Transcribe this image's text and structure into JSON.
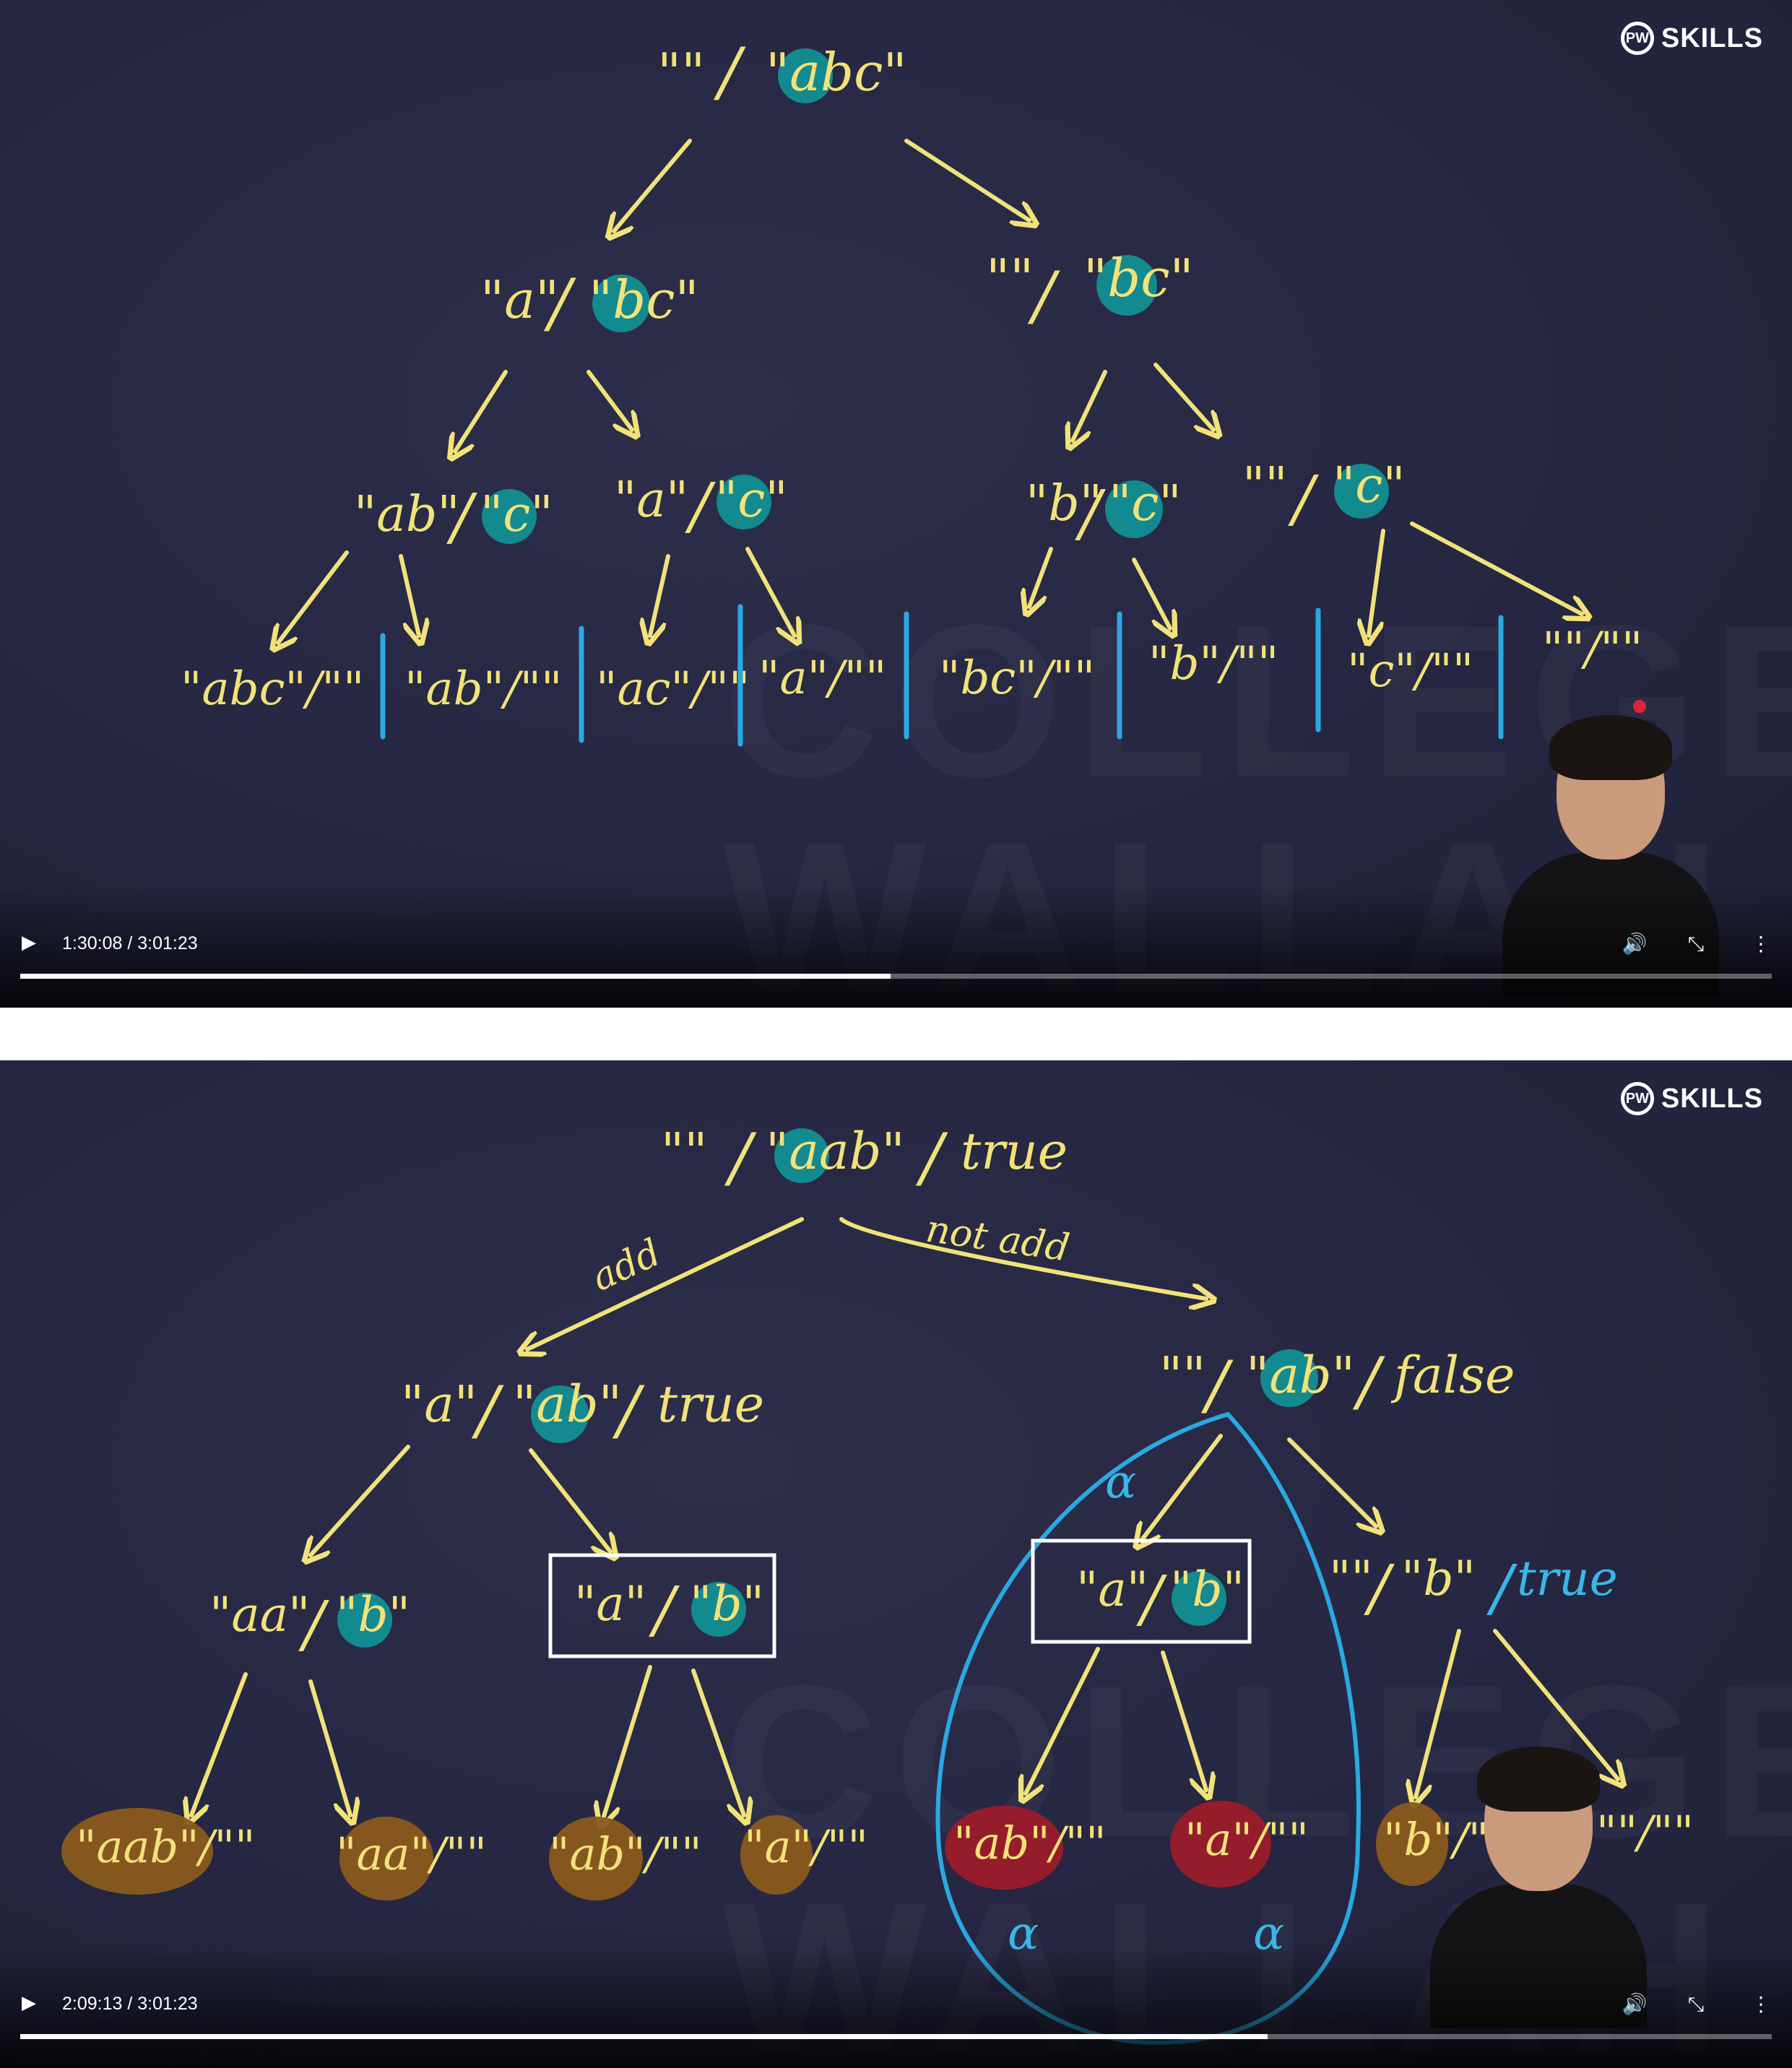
{
  "brand": {
    "logo_text": "SKILLS",
    "logo_mark": "PW"
  },
  "players": [
    {
      "time_display": "1:30:08 / 3:01:23",
      "progress": 0.497,
      "tree": {
        "root": {
          "left": "\"\"",
          "right": "\"abc\""
        },
        "level1": [
          {
            "left": "\"a\"",
            "right": "\"bc\""
          },
          {
            "left": "\"\"",
            "right": "\"bc\""
          }
        ],
        "level2": [
          {
            "left": "\"ab\"",
            "right": "\"c\""
          },
          {
            "left": "\"a\"",
            "right": "\"c\""
          },
          {
            "left": "\"b\"",
            "right": "\"c\""
          },
          {
            "left": "\"\"",
            "right": "\"c\""
          }
        ],
        "leaves": [
          "\"abc\"/\"\"",
          "\"ab\"/\"\"",
          "\"ac\"/\"\"",
          "\"a\"/\"\"",
          "\"bc\"/\"\"",
          "\"b\"/\"\"",
          "\"c\"/\"\"",
          "\"\"/\"\""
        ]
      }
    },
    {
      "time_display": "2:09:13 / 3:01:23",
      "progress": 0.712,
      "tree": {
        "root": {
          "left": "\"\"",
          "right": "\"aab\"",
          "flag": "true"
        },
        "edge_labels": {
          "left": "add",
          "right": "not add"
        },
        "level1": [
          {
            "left": "\"a\"",
            "right": "\"ab\"",
            "flag": "true"
          },
          {
            "left": "\"\"",
            "right": "\"ab\"",
            "flag": "false"
          }
        ],
        "level2": [
          {
            "left": "\"aa\"",
            "right": "\"b\""
          },
          {
            "left": "\"a\"",
            "right": "\"b\""
          },
          {
            "left": "\"a\"",
            "right": "\"b\""
          },
          {
            "left": "\"\"",
            "right": "\"b\"",
            "flag": "true"
          }
        ],
        "leaves": [
          "\"aab\"/\"\"",
          "\"aa\"/\"\"",
          "\"ab\"/\"\"",
          "\"a\"/\"\"",
          "\"ab\"/\"\"",
          "\"a\"/\"\"",
          "\"b\"/\"\"",
          "\"\"/\"\""
        ],
        "marks": {
          "alpha": "α"
        }
      }
    }
  ]
}
